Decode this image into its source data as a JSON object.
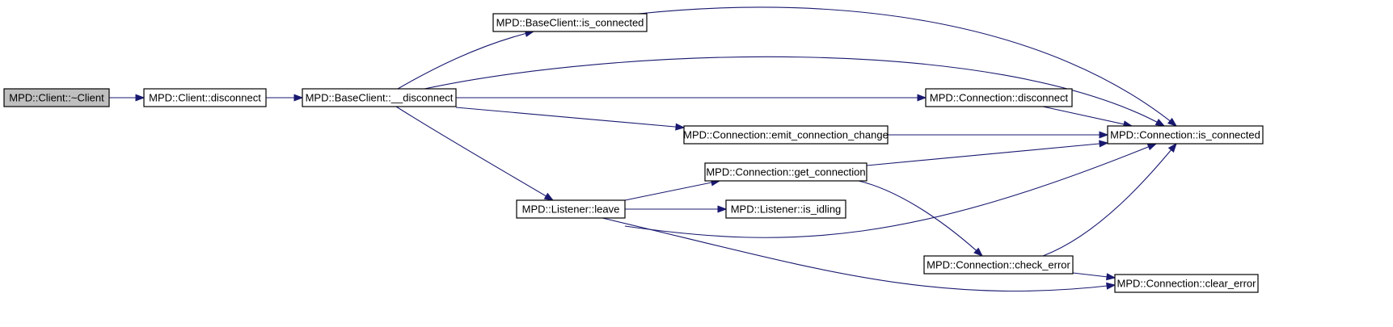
{
  "colors": {
    "edge": "#191970",
    "node_border": "#000000",
    "node_fill": "#ffffff",
    "root_fill": "#bfbfbf"
  },
  "nodes": [
    {
      "id": "client_dtor",
      "label": "MPD::Client::~Client",
      "root": true
    },
    {
      "id": "client_disconnect",
      "label": "MPD::Client::disconnect"
    },
    {
      "id": "baseclient_disconnect",
      "label": "MPD::BaseClient::__disconnect"
    },
    {
      "id": "baseclient_is_connected",
      "label": "MPD::BaseClient::is_connected"
    },
    {
      "id": "connection_disconnect",
      "label": "MPD::Connection::disconnect"
    },
    {
      "id": "connection_emit",
      "label": "MPD::Connection::emit_connection_change"
    },
    {
      "id": "connection_get",
      "label": "MPD::Connection::get_connection"
    },
    {
      "id": "listener_leave",
      "label": "MPD::Listener::leave"
    },
    {
      "id": "listener_is_idling",
      "label": "MPD::Listener::is_idling"
    },
    {
      "id": "connection_is_connected",
      "label": "MPD::Connection::is_connected"
    },
    {
      "id": "connection_check_error",
      "label": "MPD::Connection::check_error"
    },
    {
      "id": "connection_clear_error",
      "label": "MPD::Connection::clear_error"
    }
  ],
  "edges": [
    {
      "from": "client_dtor",
      "to": "client_disconnect"
    },
    {
      "from": "client_disconnect",
      "to": "baseclient_disconnect"
    },
    {
      "from": "baseclient_disconnect",
      "to": "baseclient_is_connected"
    },
    {
      "from": "baseclient_disconnect",
      "to": "connection_is_connected"
    },
    {
      "from": "baseclient_disconnect",
      "to": "connection_disconnect"
    },
    {
      "from": "baseclient_disconnect",
      "to": "connection_emit"
    },
    {
      "from": "baseclient_disconnect",
      "to": "listener_leave"
    },
    {
      "from": "baseclient_is_connected",
      "to": "connection_is_connected"
    },
    {
      "from": "connection_disconnect",
      "to": "connection_is_connected"
    },
    {
      "from": "connection_emit",
      "to": "connection_is_connected"
    },
    {
      "from": "connection_get",
      "to": "connection_is_connected"
    },
    {
      "from": "connection_get",
      "to": "connection_check_error"
    },
    {
      "from": "listener_leave",
      "to": "connection_get"
    },
    {
      "from": "listener_leave",
      "to": "listener_is_idling"
    },
    {
      "from": "listener_leave",
      "to": "connection_is_connected"
    },
    {
      "from": "listener_leave",
      "to": "connection_clear_error"
    },
    {
      "from": "connection_check_error",
      "to": "connection_is_connected"
    },
    {
      "from": "connection_check_error",
      "to": "connection_clear_error"
    }
  ]
}
